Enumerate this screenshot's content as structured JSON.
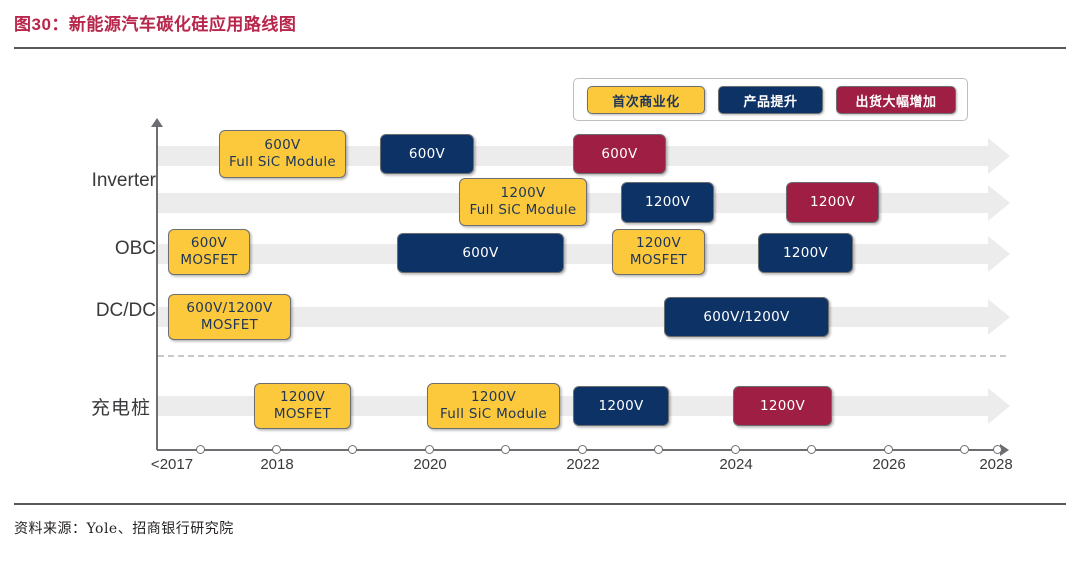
{
  "figure": {
    "title": "图30：新能源汽车碳化硅应用路线图",
    "source": "资料来源：Yole、招商银行研究院",
    "title_color": "#b8264b"
  },
  "legend": {
    "items": [
      {
        "label": "首次商业化",
        "color": "#fcc93c",
        "name": "first-commercialization"
      },
      {
        "label": "产品提升",
        "color": "#0d3266",
        "name": "product-improvement"
      },
      {
        "label": "出货大幅增加",
        "color": "#9e1f43",
        "name": "shipment-surge"
      }
    ]
  },
  "axis": {
    "ticks": [
      {
        "label": "<2017",
        "value": 2017
      },
      {
        "label": "",
        "value": 2017.5
      },
      {
        "label": "2018",
        "value": 2018
      },
      {
        "label": "",
        "value": 2018.5
      },
      {
        "label": "",
        "value": 2019
      },
      {
        "label": "",
        "value": 2019.5
      },
      {
        "label": "2020",
        "value": 2020
      },
      {
        "label": "",
        "value": 2020.5
      },
      {
        "label": "",
        "value": 2021
      },
      {
        "label": "",
        "value": 2021.5
      },
      {
        "label": "2022",
        "value": 2022
      },
      {
        "label": "",
        "value": 2022.5
      },
      {
        "label": "",
        "value": 2023
      },
      {
        "label": "",
        "value": 2023.5
      },
      {
        "label": "2024",
        "value": 2024
      },
      {
        "label": "",
        "value": 2024.5
      },
      {
        "label": "",
        "value": 2025
      },
      {
        "label": "",
        "value": 2025.5
      },
      {
        "label": "2026",
        "value": 2026
      },
      {
        "label": "",
        "value": 2026.5
      },
      {
        "label": "",
        "value": 2027
      },
      {
        "label": "2028",
        "value": 2028
      }
    ],
    "visible_labels": [
      "<2017",
      "2018",
      "2020",
      "2022",
      "2024",
      "2026",
      "2028"
    ]
  },
  "rows": [
    {
      "id": "inverter",
      "label": "Inverter",
      "label_lang": "en"
    },
    {
      "id": "obc",
      "label": "OBC",
      "label_lang": "en"
    },
    {
      "id": "dcdc",
      "label": "DC/DC",
      "label_lang": "en"
    },
    {
      "id": "charging-pile",
      "label": "充电桩",
      "label_lang": "cn"
    }
  ],
  "chart_data": {
    "type": "table",
    "title": "图30：新能源汽车碳化硅应用路线图",
    "xlabel": "",
    "ylabel": "",
    "xlim": [
      2017,
      2028
    ],
    "grid": false,
    "legend": [
      "首次商业化",
      "产品提升",
      "出货大幅增加"
    ],
    "tracks": [
      {
        "row": "Inverter",
        "lane": 0,
        "milestones": [
          {
            "line1": "600V",
            "line2": "Full SiC Module",
            "stage": "首次商业化",
            "color": "#fcc93c",
            "year_start": 2017.8,
            "year_end": 2019.4
          },
          {
            "line1": "600V",
            "line2": "",
            "stage": "产品提升",
            "color": "#0d3266",
            "year_start": 2019.9,
            "year_end": 2020.9
          },
          {
            "line1": "600V",
            "line2": "",
            "stage": "出货大幅增加",
            "color": "#9e1f43",
            "year_start": 2022.4,
            "year_end": 2023.4
          }
        ]
      },
      {
        "row": "Inverter",
        "lane": 1,
        "milestones": [
          {
            "line1": "1200V",
            "line2": "Full SiC Module",
            "stage": "首次商业化",
            "color": "#fcc93c",
            "year_start": 2020.9,
            "year_end": 2022.4
          },
          {
            "line1": "1200V",
            "line2": "",
            "stage": "产品提升",
            "color": "#0d3266",
            "year_start": 2022.9,
            "year_end": 2024.0
          },
          {
            "line1": "1200V",
            "line2": "",
            "stage": "出货大幅增加",
            "color": "#9e1f43",
            "year_start": 2025.2,
            "year_end": 2026.3
          }
        ]
      },
      {
        "row": "OBC",
        "lane": 0,
        "milestones": [
          {
            "line1": "600V",
            "line2": "MOSFET",
            "stage": "首次商业化",
            "color": "#fcc93c",
            "year_start": 2017.0,
            "year_end": 2018.1
          },
          {
            "line1": "600V",
            "line2": "",
            "stage": "产品提升",
            "color": "#0d3266",
            "year_start": 2019.7,
            "year_end": 2022.2
          },
          {
            "line1": "1200V",
            "line2": "MOSFET",
            "stage": "首次商业化",
            "color": "#fcc93c",
            "year_start": 2022.7,
            "year_end": 2023.9
          },
          {
            "line1": "1200V",
            "line2": "",
            "stage": "产品提升",
            "color": "#0d3266",
            "year_start": 2024.6,
            "year_end": 2025.8
          }
        ]
      },
      {
        "row": "DC/DC",
        "lane": 0,
        "milestones": [
          {
            "line1": "600V/1200V",
            "line2": "MOSFET",
            "stage": "首次商业化",
            "color": "#fcc93c",
            "year_start": 2017.0,
            "year_end": 2018.5
          },
          {
            "line1": "600V/1200V",
            "line2": "",
            "stage": "产品提升",
            "color": "#0d3266",
            "year_start": 2023.4,
            "year_end": 2025.5
          }
        ]
      },
      {
        "row": "充电桩",
        "lane": 0,
        "milestones": [
          {
            "line1": "1200V",
            "line2": "MOSFET",
            "stage": "首次商业化",
            "color": "#fcc93c",
            "year_start": 2018.1,
            "year_end": 2019.4
          },
          {
            "line1": "1200V",
            "line2": "Full SiC Module",
            "stage": "首次商业化",
            "color": "#fcc93c",
            "year_start": 2019.9,
            "year_end": 2021.7
          },
          {
            "line1": "1200V",
            "line2": "",
            "stage": "产品提升",
            "color": "#0d3266",
            "year_start": 2022.2,
            "year_end": 2023.3
          },
          {
            "line1": "1200V",
            "line2": "",
            "stage": "出货大幅增加",
            "color": "#9e1f43",
            "year_start": 2024.1,
            "year_end": 2025.3
          }
        ]
      }
    ]
  }
}
